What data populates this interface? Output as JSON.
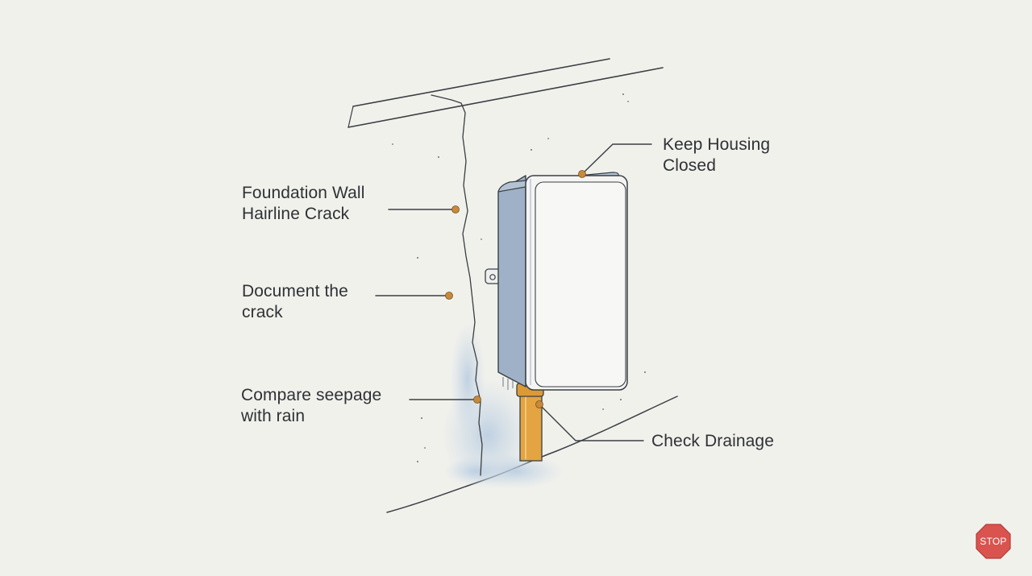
{
  "callouts": {
    "crack": {
      "line1": "Foundation Wall",
      "line2": "Hairline Crack"
    },
    "document": {
      "line1": "Document the",
      "line2": "crack"
    },
    "seepage": {
      "line1": "Compare seepage",
      "line2": "with rain"
    },
    "housing": {
      "line1": "Keep Housing",
      "line2": "Closed"
    },
    "drainage": {
      "line1": "Check Drainage"
    }
  },
  "stop_button": {
    "label": "STOP"
  },
  "colors": {
    "background": "#f1f1ec",
    "ink": "#2e3236",
    "marker": "#c8893a",
    "housing_side": "#9fb1c6",
    "housing_front": "#f4f5f3",
    "pipe": "#e3a441",
    "water_stain": "#bcd0e2",
    "stop_red": "#d9534f"
  }
}
